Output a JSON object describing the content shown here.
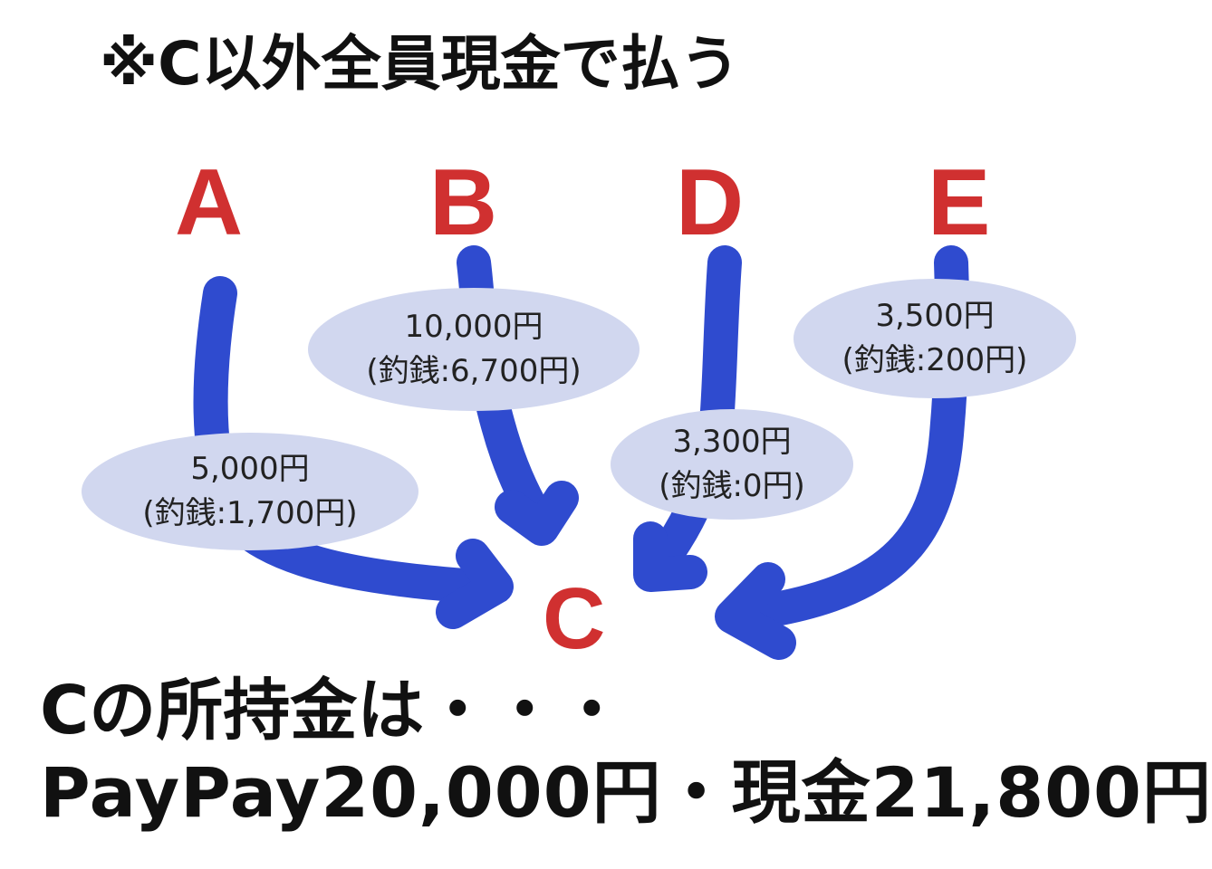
{
  "note": "※C以外全員現金で払う",
  "people": {
    "a": "A",
    "b": "B",
    "c": "C",
    "d": "D",
    "e": "E"
  },
  "payments": {
    "a": {
      "amount": "5,000円",
      "change": "(釣銭:1,700円)"
    },
    "b": {
      "amount": "10,000円",
      "change": "(釣銭:6,700円)"
    },
    "d": {
      "amount": "3,300円",
      "change": "(釣銭:0円)"
    },
    "e": {
      "amount": "3,500円",
      "change": "(釣銭:200円)"
    }
  },
  "summary": {
    "line1": "Cの所持金は・・・",
    "line2": "PayPay20,000円・現金21,800円"
  },
  "colors": {
    "person_label": "#d03030",
    "arrow": "#2f4bcf",
    "bubble": "#d1d7ef",
    "text": "#111111"
  }
}
